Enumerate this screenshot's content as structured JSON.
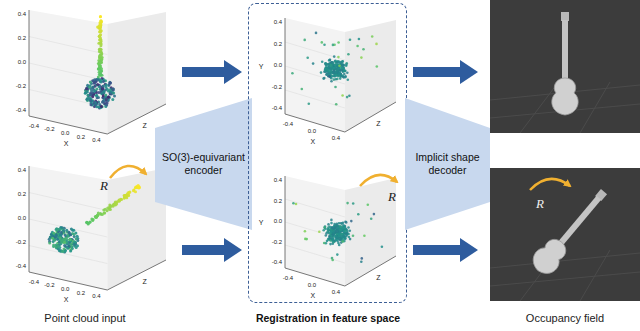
{
  "diagram": {
    "nodes": [
      {
        "text": [
          "SO(3)-equivariant encoder"
        ]
      },
      {
        "text": [
          "Registration in feature space"
        ]
      },
      {
        "text": [
          "Implicit shape decoder"
        ]
      }
    ],
    "labels": [
      "0.4",
      "0.2",
      "0.0",
      "-0.2",
      "-0.4",
      "-0.4",
      "-0.2",
      "0.0",
      "0.2",
      "0.4",
      "X",
      "Z",
      "0.4",
      "0.2",
      "0.0",
      "-0.2",
      "-0.4",
      "-0.4",
      "-0.2",
      "0.0",
      "0.2",
      "0.4",
      "X",
      "Z",
      "0.4",
      "0.2",
      "0.0",
      "-0.2",
      "-0.4",
      "Y",
      "-0.4",
      "0.0",
      "0.4",
      "X",
      "Z",
      "0.4",
      "0.2",
      "0.0",
      "-0.2",
      "-0.4",
      "Y",
      "-0.4",
      "0.0",
      "0.4",
      "X",
      "Z",
      "R",
      "R",
      "R",
      "Point cloud input",
      "Occupancy field"
    ]
  }
}
